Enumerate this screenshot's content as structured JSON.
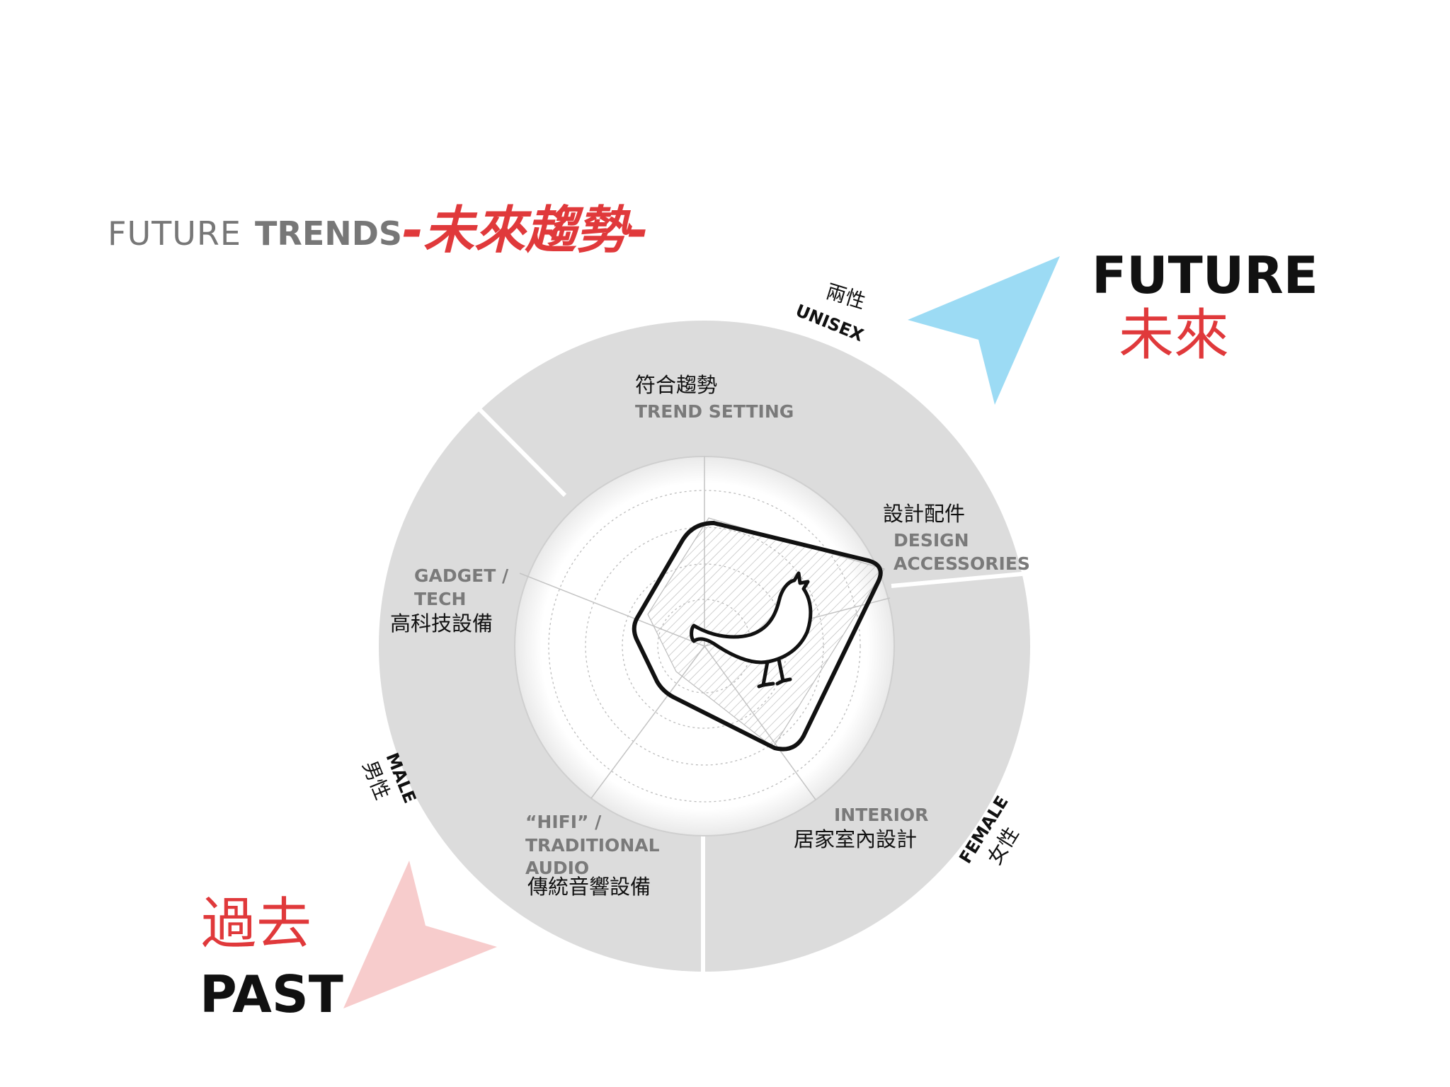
{
  "header": {
    "title_light": "FUTURE",
    "title_bold": "TRENDS",
    "title_zh": "-未來趨勢-"
  },
  "future": {
    "label_en": "FUTURE",
    "label_zh": "未來"
  },
  "past": {
    "label_en": "PAST",
    "label_zh": "過去"
  },
  "axes": {
    "unisex": {
      "en": "UNISEX",
      "zh": "兩性"
    },
    "male": {
      "en": "MALE",
      "zh": "男性"
    },
    "female": {
      "en": "FEMALE",
      "zh": "女性"
    }
  },
  "segments": {
    "trend": {
      "zh": "符合趨勢",
      "en": "TREND SETTING"
    },
    "design": {
      "zh": "設計配件",
      "en1": "DESIGN",
      "en2": "ACCESSORIES"
    },
    "gadget": {
      "en1": "GADGET /",
      "en2": "TECH",
      "zh": "高科技設備"
    },
    "hifi": {
      "en1": "“HIFI” /",
      "en2": "TRADITIONAL",
      "en3": "AUDIO",
      "zh": "傳統音響設備"
    },
    "interior": {
      "en": "INTERIOR",
      "zh": "居家室內設計"
    }
  },
  "colors": {
    "ring": "#dcdcdc",
    "accent_red": "#e0393b",
    "arrow_blue": "#9cdbf4",
    "arrow_pink": "#f7cccc",
    "text_gray": "#777777"
  },
  "icons": {
    "logo": "bird-in-rounded-square-icon",
    "future_arrow": "arrow-up-right-icon",
    "past_arrow": "arrow-down-left-icon"
  }
}
